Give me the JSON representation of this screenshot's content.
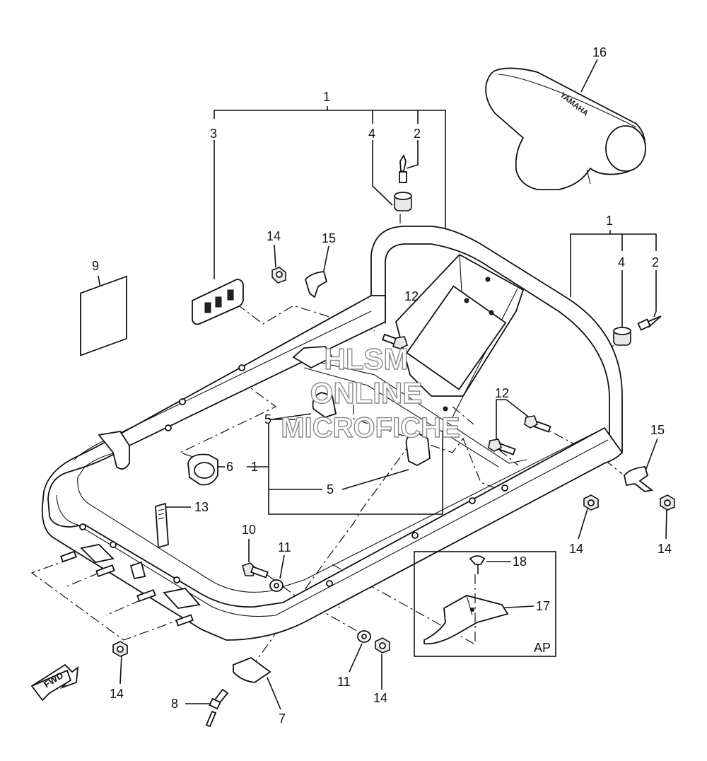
{
  "callouts": {
    "c1a": "1",
    "c1b": "1",
    "c1c": "1",
    "c2a": "2",
    "c2b": "2",
    "c3": "3",
    "c4a": "4",
    "c4b": "4",
    "c5a": "5",
    "c5b": "5",
    "c6": "6",
    "c7": "7",
    "c8": "8",
    "c9": "9",
    "c10": "10",
    "c11a": "11",
    "c11b": "11",
    "c12a": "12",
    "c12b": "12",
    "c13": "13",
    "c14a": "14",
    "c14b": "14",
    "c14c": "14",
    "c14d": "14",
    "c14e": "14",
    "c15a": "15",
    "c15b": "15",
    "c16": "16",
    "c17": "17",
    "c18": "18"
  },
  "inset_label": "AP",
  "fwd_label": "FWD",
  "pad_logo": "YAMAHA",
  "watermark": {
    "line1": "HLSM",
    "line2": "ONLINE",
    "line3": "MICROFICHE"
  },
  "icons": [
    "fwd-arrow-icon"
  ]
}
